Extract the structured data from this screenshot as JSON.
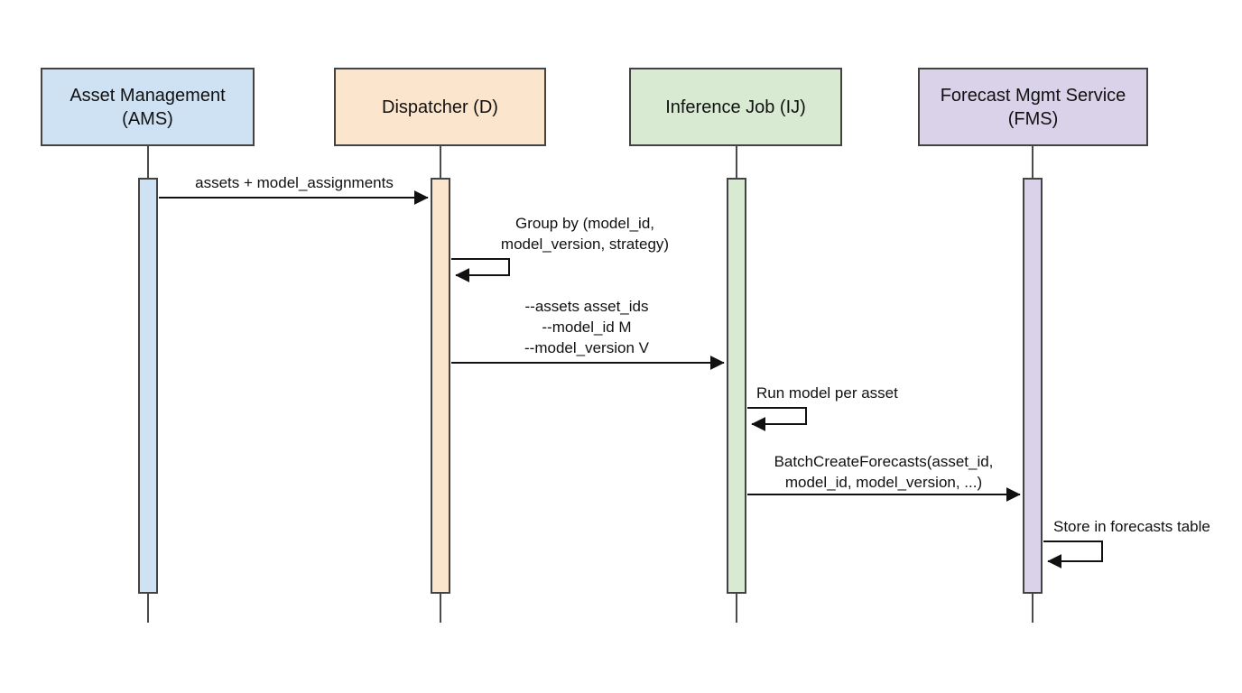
{
  "diagram": {
    "kind": "sequence-diagram",
    "participants": [
      {
        "id": "AMS",
        "label": "Asset Management\n(AMS)",
        "fill": "#cfe2f3"
      },
      {
        "id": "D",
        "label": "Dispatcher (D)",
        "fill": "#fce5cd"
      },
      {
        "id": "IJ",
        "label": "Inference Job (IJ)",
        "fill": "#d9ead3"
      },
      {
        "id": "FMS",
        "label": "Forecast Mgmt Service\n(FMS)",
        "fill": "#d9d2e9"
      }
    ],
    "messages": [
      {
        "from": "AMS",
        "to": "D",
        "type": "call",
        "label": "assets + model_assignments"
      },
      {
        "from": "D",
        "to": "D",
        "type": "self",
        "label": "Group by (model_id,\nmodel_version, strategy)"
      },
      {
        "from": "D",
        "to": "IJ",
        "type": "call",
        "label": "--assets asset_ids\n--model_id M\n--model_version V"
      },
      {
        "from": "IJ",
        "to": "IJ",
        "type": "self",
        "label": "Run model per asset"
      },
      {
        "from": "IJ",
        "to": "FMS",
        "type": "call",
        "label": "BatchCreateForecasts(asset_id,\nmodel_id, model_version, ...)"
      },
      {
        "from": "FMS",
        "to": "FMS",
        "type": "self",
        "label": "Store in forecasts table"
      }
    ],
    "colors": {
      "border": "#434343",
      "lifeline": "#4a4a4a",
      "arrow": "#111111",
      "background": "#ffffff"
    }
  }
}
